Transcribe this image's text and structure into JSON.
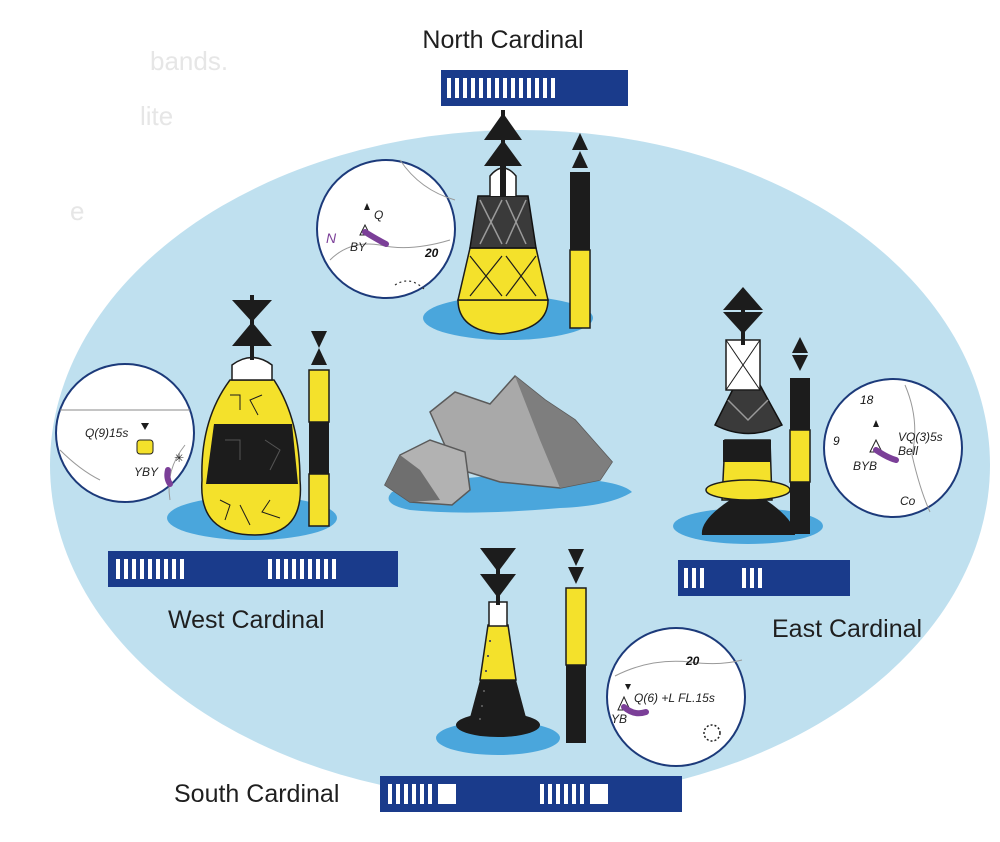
{
  "colors": {
    "sea": "#bfe0ef",
    "water": "#4aa6dc",
    "yellow": "#f4e12b",
    "black": "#1c1c1c",
    "navy": "#1a3b8b",
    "rock": "#a9a9a9",
    "purple": "#7b3f98"
  },
  "faded_text": [
    "bands.",
    "lite",
    "e"
  ],
  "cardinals": {
    "north": {
      "title": "North Cardinal",
      "flash_groups": [
        14
      ],
      "chart_inset": {
        "light": "Q",
        "colour": "BY",
        "depth": "20",
        "letter": "N"
      }
    },
    "east": {
      "title": "East Cardinal",
      "flash_groups": [
        3,
        3
      ],
      "chart_inset": {
        "light": "VQ(3)5s",
        "extra": "Bell",
        "colour": "BYB",
        "depth_top": "18",
        "depth_left": "9",
        "note": "Co"
      }
    },
    "south": {
      "title": "South Cardinal",
      "flash_groups": [
        6,
        6
      ],
      "long_flash": true,
      "chart_inset": {
        "light": "Q(6) +L FL.15s",
        "colour": "YB",
        "depth": "20"
      }
    },
    "west": {
      "title": "West Cardinal",
      "flash_groups": [
        9,
        9
      ],
      "chart_inset": {
        "light": "Q(9)15s",
        "colour": "YBY"
      }
    }
  }
}
